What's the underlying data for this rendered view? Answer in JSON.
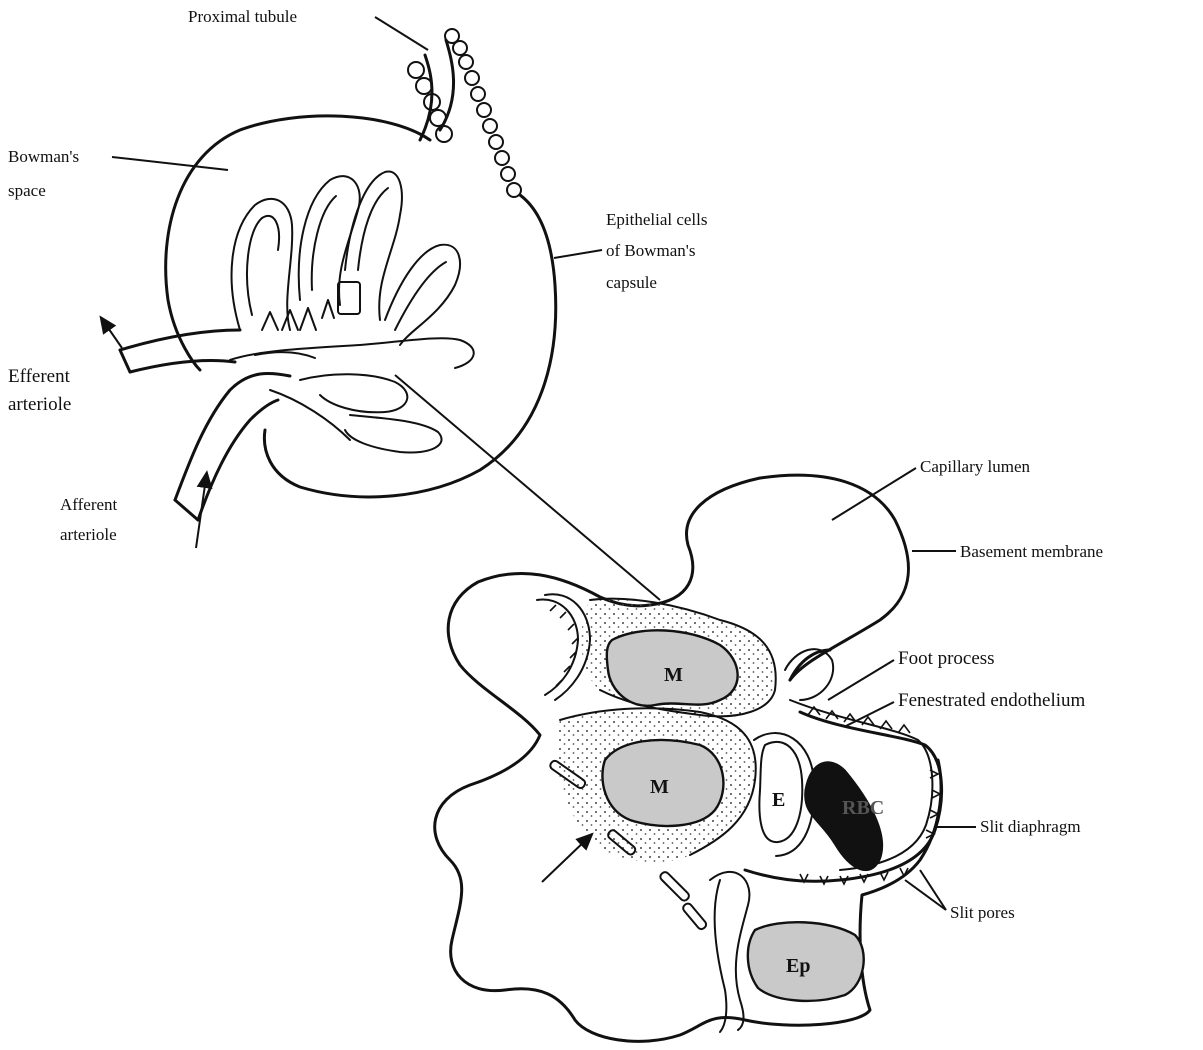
{
  "upper": {
    "proximal_tubule": "Proximal tubule",
    "bowmans_space": [
      "Bowman's",
      "space"
    ],
    "epithelial_cells": [
      "Epithelial cells",
      "of Bowman's",
      "capsule"
    ],
    "efferent_arteriole": [
      "Efferent",
      "arteriole"
    ],
    "afferent_arteriole": [
      "Afferent",
      "arteriole"
    ]
  },
  "lower": {
    "capillary_lumen": "Capillary lumen",
    "basement_membrane": "Basement membrane",
    "foot_process": "Foot process",
    "fenestrated_endothelium": "Fenestrated endothelium",
    "slit_diaphragm": "Slit diaphragm",
    "slit_pores": "Slit pores",
    "cell_labels": {
      "mesangial_1": "M",
      "mesangial_2": "M",
      "endothelial": "E",
      "red_blood_cell": "RBC",
      "epithelial": "Ep"
    }
  }
}
